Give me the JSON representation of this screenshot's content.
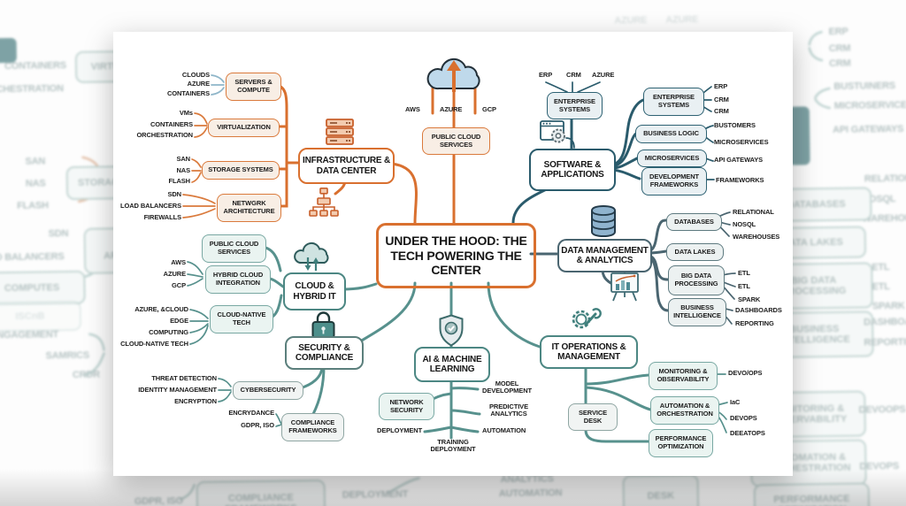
{
  "colors": {
    "orange": "#D9702F",
    "dark_teal": "#2A5B6C",
    "slate": "#4A6570",
    "teal": "#57918D",
    "blue_gray": "#8FB6C9"
  },
  "icons": [
    "server-rack-icon",
    "sitemap-icon",
    "cloud-upload-icon",
    "app-window-gear-icon",
    "database-icon",
    "presentation-chart-icon",
    "gear-wrench-icon",
    "cloud-sync-icon",
    "padlock-icon",
    "shield-check-icon"
  ],
  "map": {
    "central": "UNDER THE HOOD: THE TECH POWERING THE CENTER",
    "infrastructure": {
      "label": "INFRASTRUCTURE & DATA CENTER",
      "children": [
        {
          "label": "SERVERS & COMPUTE",
          "leaves": [
            "CLOUDS",
            "AZURE",
            "CONTAINERS"
          ]
        },
        {
          "label": "VIRTUALIZATION",
          "leaves": [
            "VMs",
            "CONTAINERS",
            "ORCHESTRATION"
          ]
        },
        {
          "label": "STORAGE SYSTEMS",
          "leaves": [
            "SAN",
            "NAS",
            "FLASH"
          ]
        },
        {
          "label": "NETWGRK ARCHITECTURE",
          "leaves": [
            "SDN",
            "LOAD BALANCERS",
            "FIREWALLS"
          ]
        }
      ]
    },
    "public_cloud": {
      "label": "PUBLIC CLOUD SERVICES",
      "leaves": [
        "AWS",
        "AZURE",
        "GCP"
      ]
    },
    "software": {
      "label": "SOFTWARE & APPLICATIONS",
      "top_child": {
        "label": "ENTERPRISE SYSTEMS",
        "leaves": [
          "ERP",
          "CRM",
          "AZURE"
        ]
      },
      "children": [
        {
          "label": "ENTERPRISE SYSTEMS",
          "leaves": [
            "ERP",
            "CRM",
            "CRM"
          ]
        },
        {
          "label": "BUSINESS LOGIC",
          "leaves": [
            "BUSTOMERS",
            "MICROSERVICES"
          ]
        },
        {
          "label": "MICROSERVICES",
          "leaves": [
            "API GATEWAYS"
          ]
        },
        {
          "label": "DEVELOPMENT FRAMEWORKS",
          "leaves": [
            "FRAMEWORKS"
          ]
        }
      ]
    },
    "data": {
      "label": "DATA MANAGEMENT & ANALYTICS",
      "children": [
        {
          "label": "DATABASES",
          "leaves": [
            "RELATIONAL",
            "NOSQL",
            "WAREHOUSES"
          ]
        },
        {
          "label": "DATA LAKES",
          "leaves": []
        },
        {
          "label": "BIG DATA PROCESSING",
          "leaves": [
            "ETL",
            "ETL",
            "SPARK"
          ]
        },
        {
          "label": "BUSINESS INTELLIGENCE",
          "leaves": [
            "DASHBOARDS",
            "REPORTING"
          ]
        }
      ]
    },
    "cloud": {
      "label": "CLOUD & HYBRID IT",
      "children": [
        {
          "label": "PUBLIC CLOUD SERVICES",
          "leaves": []
        },
        {
          "label": "HYBRID CLOUD INTEGRATION",
          "leaves": [
            "AWS",
            "AZURE",
            "GCP"
          ]
        },
        {
          "label": "CLOUD-NATIVE TECH",
          "leaves": [
            "AZURE, &CLOUD",
            "EDGE",
            "COMPUTING",
            "CLOUD-NATIVE TECH"
          ]
        }
      ]
    },
    "security": {
      "label": "SECURITY & COMPLIANCE",
      "children": [
        {
          "label": "CYBERSECURITY",
          "leaves": [
            "THREAT DETECTION",
            "IDENTITY MANAGEMENT",
            "ENCRYPTION"
          ]
        },
        {
          "label": "COMPLIANCE FRAMEWORKS",
          "leaves": [
            "ENCRYDANCE",
            "GDPR, ISO"
          ]
        }
      ]
    },
    "ai": {
      "label": "AI & MACHINE LEARNING",
      "children": [
        {
          "label": "NETWORK SECURITY"
        },
        {
          "label": "MODEL DEVELOPMENT"
        },
        {
          "label": "PREDICTIVE ANALYTICS"
        },
        {
          "label": "AUTOMATION"
        },
        {
          "label": "DEPLOYMENT"
        },
        {
          "label": "TRAINING DEPLOYMENT"
        }
      ]
    },
    "itops": {
      "label": "IT OPERATIONS & MANAGEMENT",
      "children": [
        {
          "label": "MONITORING & OBSERVABILITY",
          "leaves": [
            "DEVO/OPS"
          ]
        },
        {
          "label": "AUTOMATION & ORCHESTRATION",
          "leaves": [
            "IaC",
            "DEVOPS",
            "DEEATOPS"
          ]
        },
        {
          "label": "PERFORMANCE OPTIMIZATION",
          "leaves": []
        },
        {
          "label": "SERVICE DESK",
          "leaves": []
        }
      ]
    }
  },
  "background": {
    "labels": [
      "CONTAINERS",
      "ORCHESTRATION",
      "VIRTUALIZATION",
      "SAN",
      "NAS",
      "FLASH",
      "STORAGE SYSTEMS",
      "SDN",
      "LOAD BALANCERS",
      "FIREWALLS",
      "COMPUTES",
      "ISCnB",
      "ENGAGEMENT",
      "SAMRICS",
      "CRDR",
      "GDPR, ISO",
      "COMPLIANCE FRAMEWORKS",
      "DEPLOYMENT",
      "ANALYTICS",
      "AUTOMATION",
      "DESK",
      "ERP",
      "CRM",
      "CRM",
      "BUSTUINERS",
      "MICROSERVICES",
      "API GATEWAYS",
      "RELATIONAL",
      "NOSQL",
      "WAREHOUSES",
      "DATABASES",
      "DATA LAKES",
      "BIG DATA PROCESSING",
      "ETL",
      "ETL",
      "SPARK",
      "BUSINESS INTELLIGENCE",
      "DASHBOARDS",
      "REPORTING",
      "MONITORING & OBSERVABILITY",
      "DEVOOPS",
      "AUTOMATION & ORCHESTRATION",
      "DEVOPS",
      "PERFORMANCE OPTIMIZATION",
      "AZURE",
      "AZURE",
      "NETWORK ARCHITECTURE"
    ]
  }
}
